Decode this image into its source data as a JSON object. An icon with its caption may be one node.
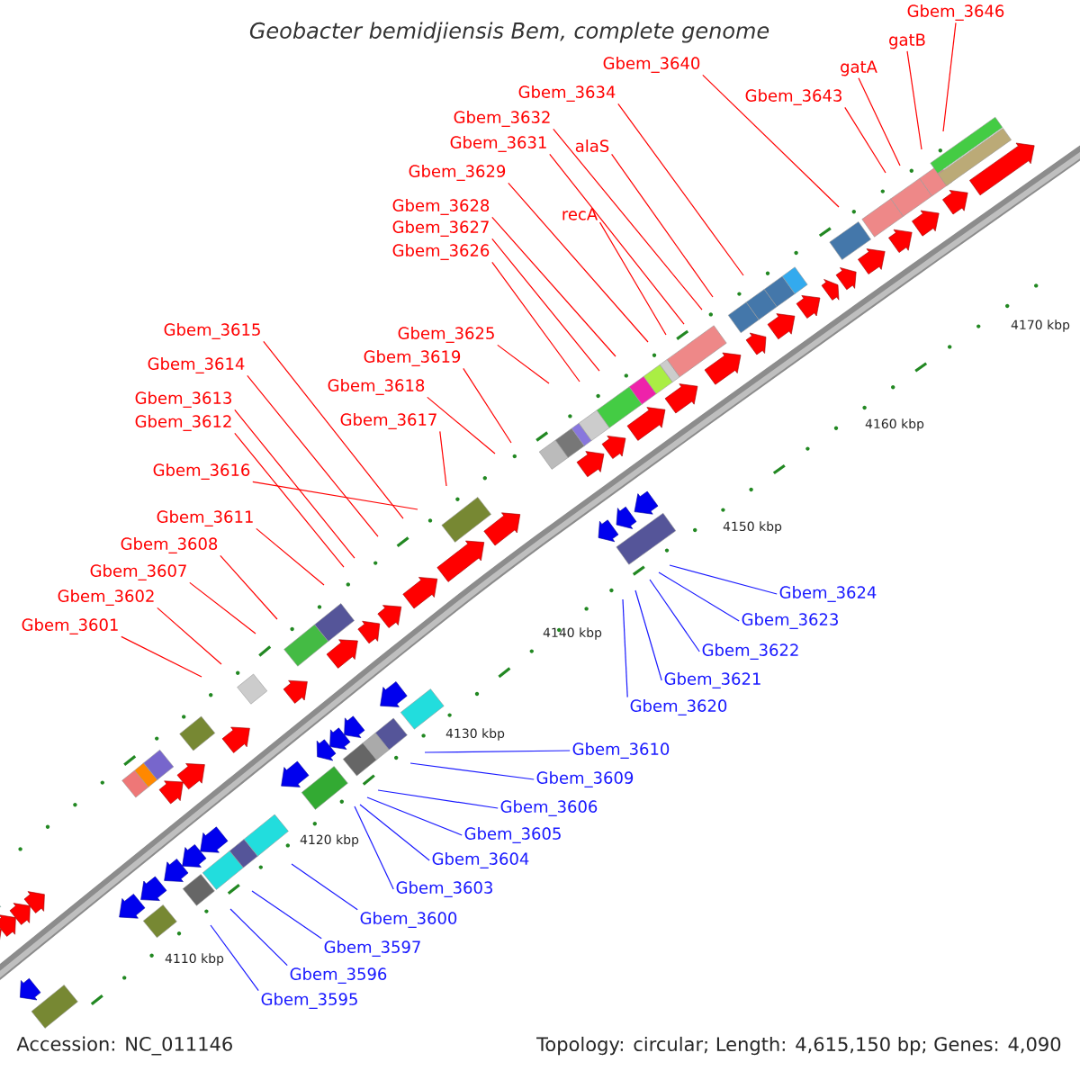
{
  "diagram": {
    "title": "Geobacter bemidjiensis Bem, complete genome",
    "nodes": [
      {
        "text": [
          "Gbem_3646"
        ]
      },
      {
        "text": [
          "gatB"
        ]
      },
      {
        "text": [
          "gatA"
        ]
      },
      {
        "text": [
          "Gbem_3640"
        ]
      },
      {
        "text": [
          "Gbem_3634"
        ]
      },
      {
        "text": [
          "Gbem_3643"
        ]
      },
      {
        "text": [
          "Gbem_3632"
        ]
      },
      {
        "text": [
          "Gbem_3631"
        ]
      },
      {
        "text": [
          "alaS"
        ]
      },
      {
        "text": [
          "Gbem_3629"
        ]
      },
      {
        "text": [
          "Gbem_3628"
        ]
      },
      {
        "text": [
          "recA"
        ]
      },
      {
        "text": [
          "Gbem_3627"
        ]
      },
      {
        "text": [
          "Gbem_3626"
        ]
      },
      {
        "text": [
          "Gbem_3615"
        ]
      },
      {
        "text": [
          "Gbem_3625"
        ]
      },
      {
        "text": [
          "Gbem_3619"
        ]
      },
      {
        "text": [
          "Gbem_3614"
        ]
      },
      {
        "text": [
          "Gbem_3618"
        ]
      },
      {
        "text": [
          "Gbem_3613"
        ]
      },
      {
        "text": [
          "Gbem_3617"
        ]
      },
      {
        "text": [
          "Gbem_3612"
        ]
      },
      {
        "text": [
          "Gbem_3616"
        ]
      },
      {
        "text": [
          "Gbem_3611"
        ]
      },
      {
        "text": [
          "Gbem_3608"
        ]
      },
      {
        "text": [
          "Gbem_3607"
        ]
      },
      {
        "text": [
          "Gbem_3602"
        ]
      },
      {
        "text": [
          "Gbem_3601"
        ]
      },
      {
        "text": [
          "Gbem_3624"
        ]
      },
      {
        "text": [
          "Gbem_3623"
        ]
      },
      {
        "text": [
          "Gbem_3622"
        ]
      },
      {
        "text": [
          "Gbem_3621"
        ]
      },
      {
        "text": [
          "Gbem_3620"
        ]
      },
      {
        "text": [
          "Gbem_3610"
        ]
      },
      {
        "text": [
          "Gbem_3609"
        ]
      },
      {
        "text": [
          "Gbem_3606"
        ]
      },
      {
        "text": [
          "Gbem_3605"
        ]
      },
      {
        "text": [
          "Gbem_3604"
        ]
      },
      {
        "text": [
          "Gbem_3603"
        ]
      },
      {
        "text": [
          "Gbem_3600"
        ]
      },
      {
        "text": [
          "Gbem_3597"
        ]
      },
      {
        "text": [
          "Gbem_3596"
        ]
      },
      {
        "text": [
          "Gbem_3595"
        ]
      }
    ],
    "edges": [
      {
        "from": 0,
        "to": null,
        "arrow": "none"
      },
      {
        "from": 1,
        "to": null,
        "arrow": "none"
      },
      {
        "from": 2,
        "to": null,
        "arrow": "none"
      },
      {
        "from": 3,
        "to": null,
        "arrow": "none"
      },
      {
        "from": 4,
        "to": null,
        "arrow": "none"
      },
      {
        "from": 5,
        "to": null,
        "arrow": "none"
      },
      {
        "from": 6,
        "to": null,
        "arrow": "none"
      },
      {
        "from": 7,
        "to": null,
        "arrow": "none"
      },
      {
        "from": 8,
        "to": null,
        "arrow": "none"
      },
      {
        "from": 9,
        "to": null,
        "arrow": "none"
      },
      {
        "from": 10,
        "to": null,
        "arrow": "none"
      },
      {
        "from": 11,
        "to": null,
        "arrow": "none"
      },
      {
        "from": 12,
        "to": null,
        "arrow": "none"
      },
      {
        "from": 13,
        "to": null,
        "arrow": "none"
      },
      {
        "from": 14,
        "to": null,
        "arrow": "none"
      },
      {
        "from": 15,
        "to": null,
        "arrow": "none"
      },
      {
        "from": 16,
        "to": null,
        "arrow": "none"
      },
      {
        "from": 17,
        "to": null,
        "arrow": "none"
      },
      {
        "from": 18,
        "to": null,
        "arrow": "none"
      },
      {
        "from": 19,
        "to": null,
        "arrow": "none"
      },
      {
        "from": 20,
        "to": null,
        "arrow": "none"
      },
      {
        "from": 21,
        "to": null,
        "arrow": "none"
      },
      {
        "from": 22,
        "to": null,
        "arrow": "none"
      },
      {
        "from": 23,
        "to": null,
        "arrow": "none"
      },
      {
        "from": 24,
        "to": null,
        "arrow": "none"
      },
      {
        "from": 25,
        "to": null,
        "arrow": "none"
      },
      {
        "from": 26,
        "to": null,
        "arrow": "none"
      },
      {
        "from": 27,
        "to": null,
        "arrow": "none"
      },
      {
        "from": 28,
        "to": null,
        "arrow": "none",
        "color": "#1a1aff"
      },
      {
        "from": 29,
        "to": null,
        "arrow": "none",
        "color": "#1a1aff"
      },
      {
        "from": 30,
        "to": null,
        "arrow": "none",
        "color": "#1a1aff"
      },
      {
        "from": 31,
        "to": null,
        "arrow": "none",
        "color": "#1a1aff"
      },
      {
        "from": 32,
        "to": null,
        "arrow": "none",
        "color": "#1a1aff"
      },
      {
        "from": 33,
        "to": null,
        "arrow": "none",
        "color": "#1a1aff"
      },
      {
        "from": 34,
        "to": null,
        "arrow": "none",
        "color": "#1a1aff"
      },
      {
        "from": 35,
        "to": null,
        "arrow": "none",
        "color": "#1a1aff"
      },
      {
        "from": 36,
        "to": null,
        "arrow": "none",
        "color": "#1a1aff"
      },
      {
        "from": 37,
        "to": null,
        "arrow": "none",
        "color": "#1a1aff"
      },
      {
        "from": 38,
        "to": null,
        "arrow": "none",
        "color": "#1a1aff"
      },
      {
        "from": 39,
        "to": null,
        "arrow": "none",
        "color": "#1a1aff"
      },
      {
        "from": 40,
        "to": null,
        "arrow": "none",
        "color": "#1a1aff"
      },
      {
        "from": 41,
        "to": null,
        "arrow": "none",
        "color": "#1a1aff"
      },
      {
        "from": 42,
        "to": null,
        "arrow": "none",
        "color": "#1a1aff"
      }
    ],
    "labels": [
      "4170 kbp",
      "4160 kbp",
      "4150 kbp",
      "4140 kbp",
      "4130 kbp",
      "4120 kbp",
      "4110 kbp",
      "Accession: NC_011146",
      "Topology: circular; Length: 4,615,150 bp; Genes: 4,090"
    ]
  }
}
